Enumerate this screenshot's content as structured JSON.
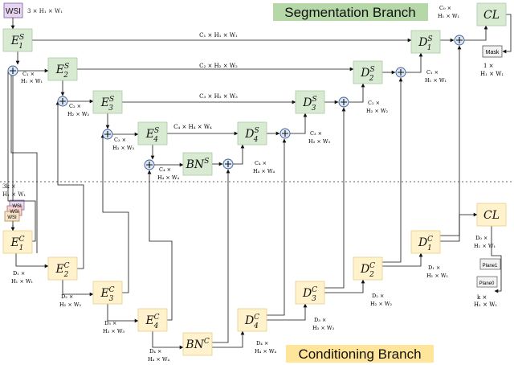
{
  "input": {
    "label": "WSI",
    "dims": "3 × H₁ × W₁"
  },
  "titles": {
    "segmentation": "Segmentation Branch",
    "conditioning": "Conditioning Branch"
  },
  "colors": {
    "seg_fill": "#d9ead3",
    "seg_stroke": "#a9cba2",
    "cond_fill": "#fff2cc",
    "cond_stroke": "#e6d08a",
    "seg_title_bg": "#b6d7a8",
    "cond_title_bg": "#ffe599",
    "wsi_fill": "#e5d5ee",
    "wsi_stroke": "#7b5fa0",
    "adder_fill": "#dbe6f6",
    "adder_stroke": "#3b5a93"
  },
  "seg": {
    "E1": {
      "base": "E",
      "sub": "1",
      "sup": "S"
    },
    "E2": {
      "base": "E",
      "sub": "2",
      "sup": "S"
    },
    "E3": {
      "base": "E",
      "sub": "3",
      "sup": "S"
    },
    "E4": {
      "base": "E",
      "sub": "4",
      "sup": "S"
    },
    "BN": {
      "base": "BN",
      "sub": "",
      "sup": "S"
    },
    "D4": {
      "base": "D",
      "sub": "4",
      "sup": "S"
    },
    "D3": {
      "base": "D",
      "sub": "3",
      "sup": "S"
    },
    "D2": {
      "base": "D",
      "sub": "2",
      "sup": "S"
    },
    "D1": {
      "base": "D",
      "sub": "1",
      "sup": "S"
    },
    "CL": {
      "base": "CL",
      "sub": "",
      "sup": ""
    }
  },
  "cond": {
    "input_dims_a": "3k ×",
    "input_dims_b": "H₁ × W₁",
    "input_stack": [
      "WSI",
      "WSI",
      "WSI"
    ],
    "E1": {
      "base": "E",
      "sub": "1",
      "sup": "C"
    },
    "E2": {
      "base": "E",
      "sub": "2",
      "sup": "C"
    },
    "E3": {
      "base": "E",
      "sub": "3",
      "sup": "C"
    },
    "E4": {
      "base": "E",
      "sub": "4",
      "sup": "C"
    },
    "BN": {
      "base": "BN",
      "sub": "",
      "sup": "C"
    },
    "D4": {
      "base": "D",
      "sub": "4",
      "sup": "C"
    },
    "D3": {
      "base": "D",
      "sub": "3",
      "sup": "C"
    },
    "D2": {
      "base": "D",
      "sub": "2",
      "sup": "C"
    },
    "D1": {
      "base": "D",
      "sub": "1",
      "sup": "C"
    },
    "CL": {
      "base": "CL",
      "sub": "",
      "sup": ""
    }
  },
  "mask": {
    "label": "Mask",
    "dims_a": "1 ×",
    "dims_b": "H₁ × W₁"
  },
  "planes": {
    "labels": [
      "Plane1",
      "Plane0"
    ],
    "dims_a": "k ×",
    "dims_b": "H₁ × W₁"
  },
  "seg_dims": {
    "top": "C₁ × H₁ × W₁",
    "row2": "C₂ × H₂ × W₂",
    "row3": "C₃ × H₃ × W₃",
    "row4": "C₄ × H₄ × W₄",
    "e1_a": "C₁ ×",
    "e1_b": "H₁ × W₁",
    "e2_a": "C₂ ×",
    "e2_b": "H₂ × W₂",
    "e3_a": "C₃ ×",
    "e3_b": "H₃ × W₃",
    "e4_a": "C₄ ×",
    "e4_b": "H₄ × W₄",
    "d4_a": "C₄ ×",
    "d4_b": "H₄ × W₄",
    "d3_a": "C₃ ×",
    "d3_b": "H₃ × W₃",
    "d2_a": "C₂ ×",
    "d2_b": "H₂ × W₂",
    "d1_a": "C₁ ×",
    "d1_b": "H₁ × W₁",
    "out_a": "C₀ ×",
    "out_b": "H₁ × W₁"
  },
  "cond_dims": {
    "e1_a": "D₁ ×",
    "e1_b": "H₁ × W₁",
    "e2_a": "D₂ ×",
    "e2_b": "H₂ × W₂",
    "e3_a": "D₃ ×",
    "e3_b": "H₃ × W₃",
    "e4_a": "D₄ ×",
    "e4_b": "H₄ × W₄",
    "d4_a": "D₄ ×",
    "d4_b": "H₄ × W₄",
    "d3_a": "D₃ ×",
    "d3_b": "H₃ × W₃",
    "d2_a": "D₂ ×",
    "d2_b": "H₂ × W₂",
    "d1_a": "D₁ ×",
    "d1_b": "H₁ × W₁",
    "out_a": "D₀ ×",
    "out_b": "H₁ × W₁"
  }
}
